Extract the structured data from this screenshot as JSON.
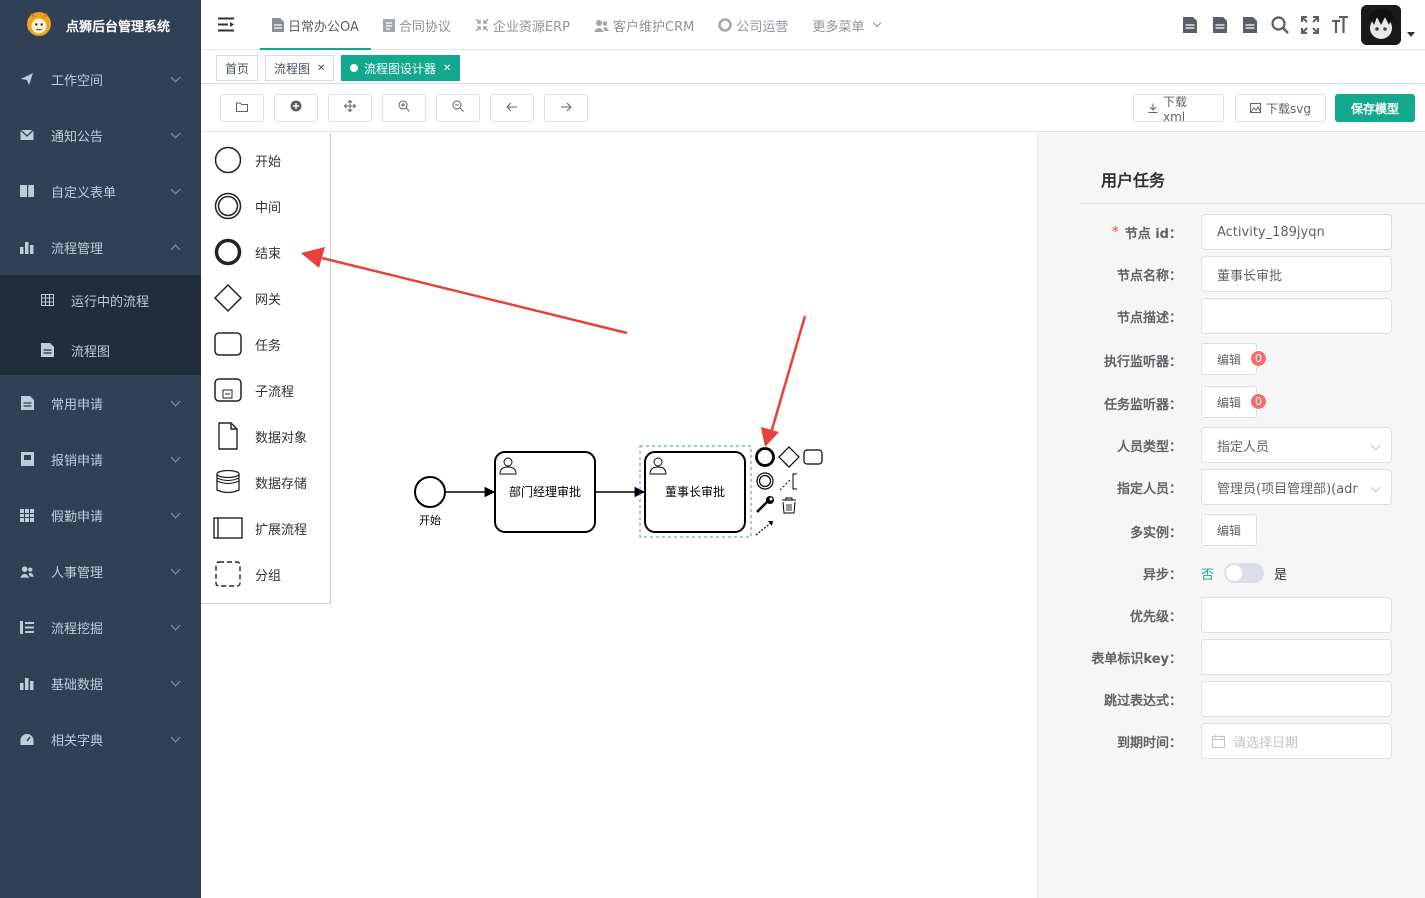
{
  "app": {
    "title": "点狮后台管理系统"
  },
  "sidebar": {
    "items": [
      {
        "label": "工作空间",
        "icon": "paper-plane-icon"
      },
      {
        "label": "通知公告",
        "icon": "mail-icon"
      },
      {
        "label": "自定义表单",
        "icon": "form-icon"
      },
      {
        "label": "流程管理",
        "icon": "bar-chart-icon",
        "expanded": true
      },
      {
        "label": "常用申请",
        "icon": "document-icon"
      },
      {
        "label": "报销申请",
        "icon": "receipt-icon"
      },
      {
        "label": "假勤申请",
        "icon": "calendar-grid-icon"
      },
      {
        "label": "人事管理",
        "icon": "users-icon"
      },
      {
        "label": "流程挖掘",
        "icon": "list-tree-icon"
      },
      {
        "label": "基础数据",
        "icon": "bar-chart-icon"
      },
      {
        "label": "相关字典",
        "icon": "dashboard-icon"
      }
    ],
    "sub_items": [
      {
        "label": "运行中的流程",
        "icon": "table-icon"
      },
      {
        "label": "流程图",
        "icon": "document-icon"
      }
    ]
  },
  "topnav": {
    "items": [
      {
        "label": "日常办公OA",
        "active": true
      },
      {
        "label": "合同协议"
      },
      {
        "label": "企业资源ERP"
      },
      {
        "label": "客户维护CRM"
      },
      {
        "label": "公司运营"
      }
    ],
    "more_label": "更多菜单"
  },
  "tags": [
    {
      "label": "首页"
    },
    {
      "label": "流程图"
    },
    {
      "label": "流程图设计器",
      "active": true
    }
  ],
  "toolbar": {
    "download_xml": "下载xml",
    "download_svg": "下载svg",
    "save_model": "保存模型"
  },
  "palette": [
    {
      "label": "开始",
      "icon": "start-event-icon"
    },
    {
      "label": "中间",
      "icon": "intermediate-event-icon"
    },
    {
      "label": "结束",
      "icon": "end-event-icon"
    },
    {
      "label": "网关",
      "icon": "gateway-icon"
    },
    {
      "label": "任务",
      "icon": "task-icon"
    },
    {
      "label": "子流程",
      "icon": "subprocess-icon"
    },
    {
      "label": "数据对象",
      "icon": "data-object-icon"
    },
    {
      "label": "数据存储",
      "icon": "data-store-icon"
    },
    {
      "label": "扩展流程",
      "icon": "pool-icon"
    },
    {
      "label": "分组",
      "icon": "group-icon"
    }
  ],
  "diagram": {
    "start_label": "开始",
    "task1_label": "部门经理审批",
    "task2_label": "董事长审批"
  },
  "panel": {
    "title": "用户任务",
    "fields": {
      "node_id": {
        "label": "节点 id：",
        "value": "Activity_189jyqn",
        "required": true
      },
      "node_name": {
        "label": "节点名称：",
        "value": "董事长审批"
      },
      "node_desc": {
        "label": "节点描述：",
        "value": ""
      },
      "exec_listener": {
        "label": "执行监听器：",
        "button": "编辑",
        "count": "0"
      },
      "task_listener": {
        "label": "任务监听器：",
        "button": "编辑",
        "count": "0"
      },
      "user_type": {
        "label": "人员类型：",
        "value": "指定人员"
      },
      "assignee": {
        "label": "指定人员：",
        "value": "管理员(项目管理部)(adr"
      },
      "multi_instance": {
        "label": "多实例：",
        "button": "编辑"
      },
      "async": {
        "label": "异步：",
        "off": "否",
        "on": "是"
      },
      "priority": {
        "label": "优先级：",
        "value": ""
      },
      "form_key": {
        "label": "表单标识key：",
        "value": ""
      },
      "skip_expr": {
        "label": "跳过表达式：",
        "value": ""
      },
      "due_date": {
        "label": "到期时间：",
        "placeholder": "请选择日期"
      }
    }
  },
  "colors": {
    "sidebar_bg": "#304156",
    "accent": "#13a98f",
    "annotation_arrow": "#e8403a",
    "badge": "#f56c6c"
  }
}
